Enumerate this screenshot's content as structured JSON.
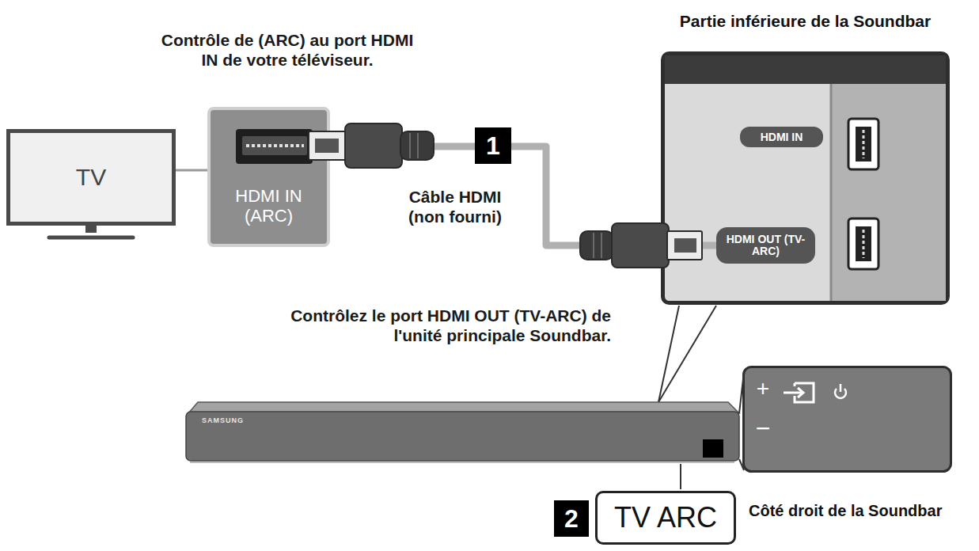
{
  "diagram": {
    "nodes": [
      {
        "text": [
          "TV"
        ]
      },
      {
        "text": [
          "HDMI IN (ARC)"
        ]
      },
      {
        "text": [
          "Partie inférieure de la Soundbar"
        ]
      },
      {
        "text": [
          "HDMI IN"
        ],
        "in": 2
      },
      {
        "text": [
          "HDMI OUT (TV-ARC)"
        ],
        "in": 2
      },
      {
        "text": [
          "TV ARC"
        ]
      },
      {
        "text": [
          "Côté droit de la Soundbar"
        ]
      }
    ],
    "edges": [
      {
        "from": 1,
        "to": 4,
        "arrow": "none",
        "label": "1"
      }
    ],
    "labels": [
      "Contrôle de (ARC) au port HDMI IN de votre téléviseur.",
      "Câble HDMI (non fourni)",
      "Contrôlez le port HDMI OUT (TV-ARC) de l'unité principale Soundbar.",
      "SAMSUNG",
      "+",
      "−",
      "2"
    ]
  }
}
